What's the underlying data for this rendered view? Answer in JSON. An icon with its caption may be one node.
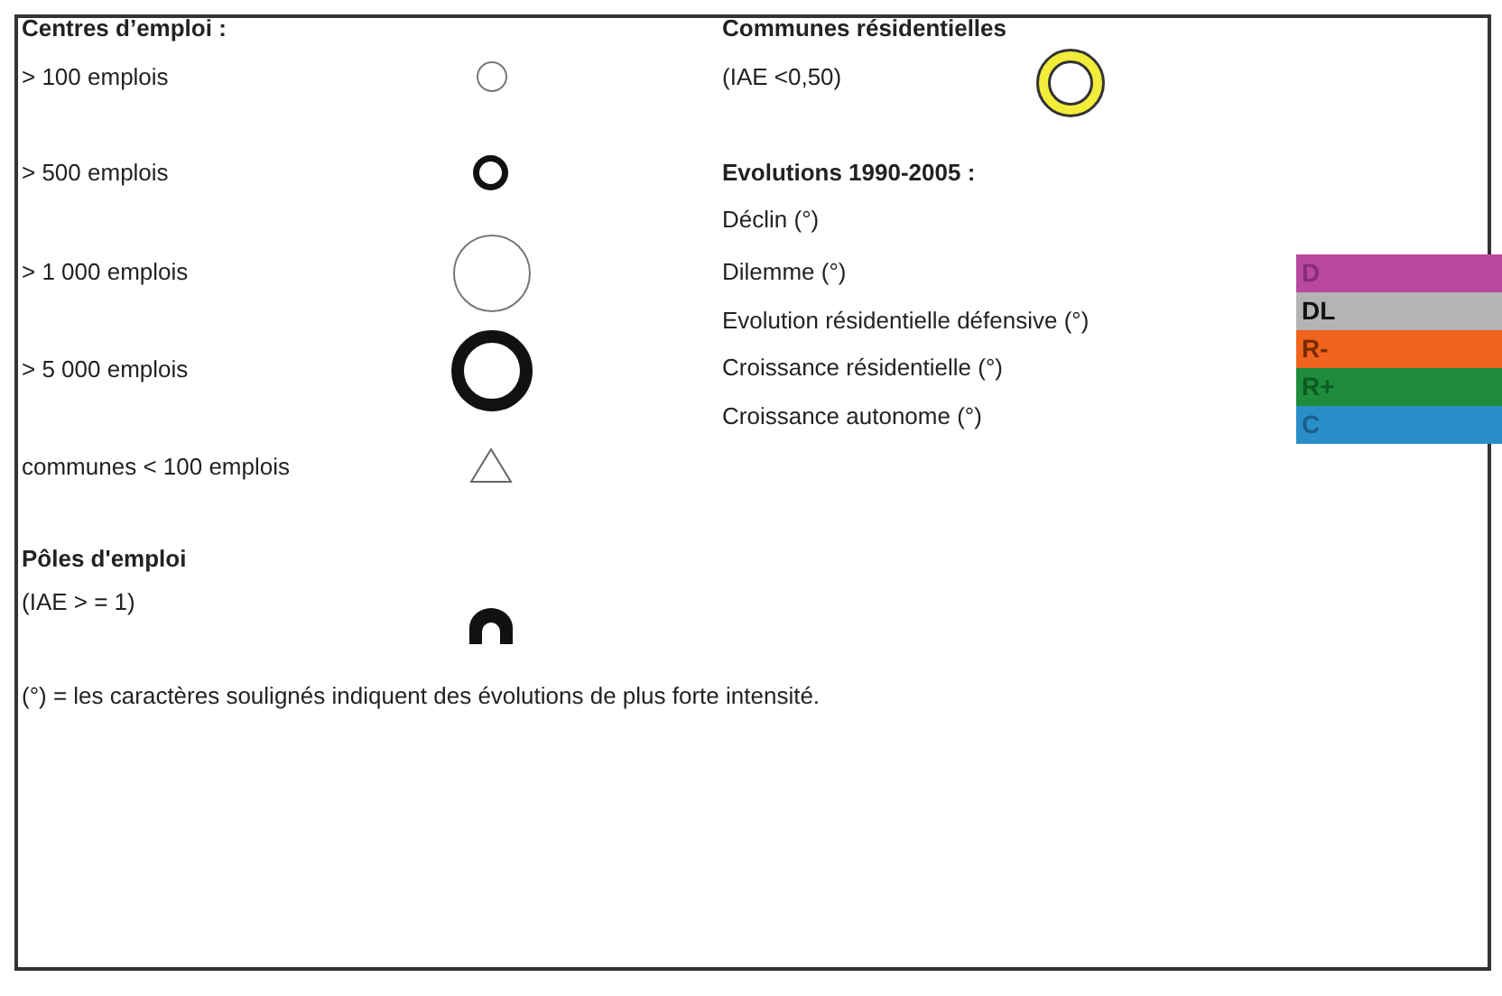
{
  "diagram": {
    "labels": [
      "Centres d’emploi :",
      "Communes résidentielles",
      "Evolutions 1990-2005 :",
      "Pôles d'emploi",
      "D",
      "DL",
      "R-",
      "R+",
      "C",
      "(°) = les caractères soulignés indiquent des évolutions de plus forte intensité."
    ],
    "legend": [
      {
        "text": "> 100 emplois"
      },
      {
        "text": "> 500 emplois"
      },
      {
        "text": "> 1 000 emplois"
      },
      {
        "text": "> 5 000 emplois"
      },
      {
        "text": "communes < 100 emplois"
      },
      {
        "text": "(IAE > = 1)"
      },
      {
        "text": "(IAE <0,50)"
      },
      {
        "text": "Déclin (°)",
        "color": "#b8489e"
      },
      {
        "text": "Dilemme (°)",
        "color": "#b4b4b4"
      },
      {
        "text": "Evolution résidentielle défensive (°)",
        "color": "#f0641e"
      },
      {
        "text": "Croissance résidentielle (°)",
        "color": "#1e8c3c"
      },
      {
        "text": "Croissance autonome (°)",
        "color": "#2a8fc8"
      }
    ]
  }
}
